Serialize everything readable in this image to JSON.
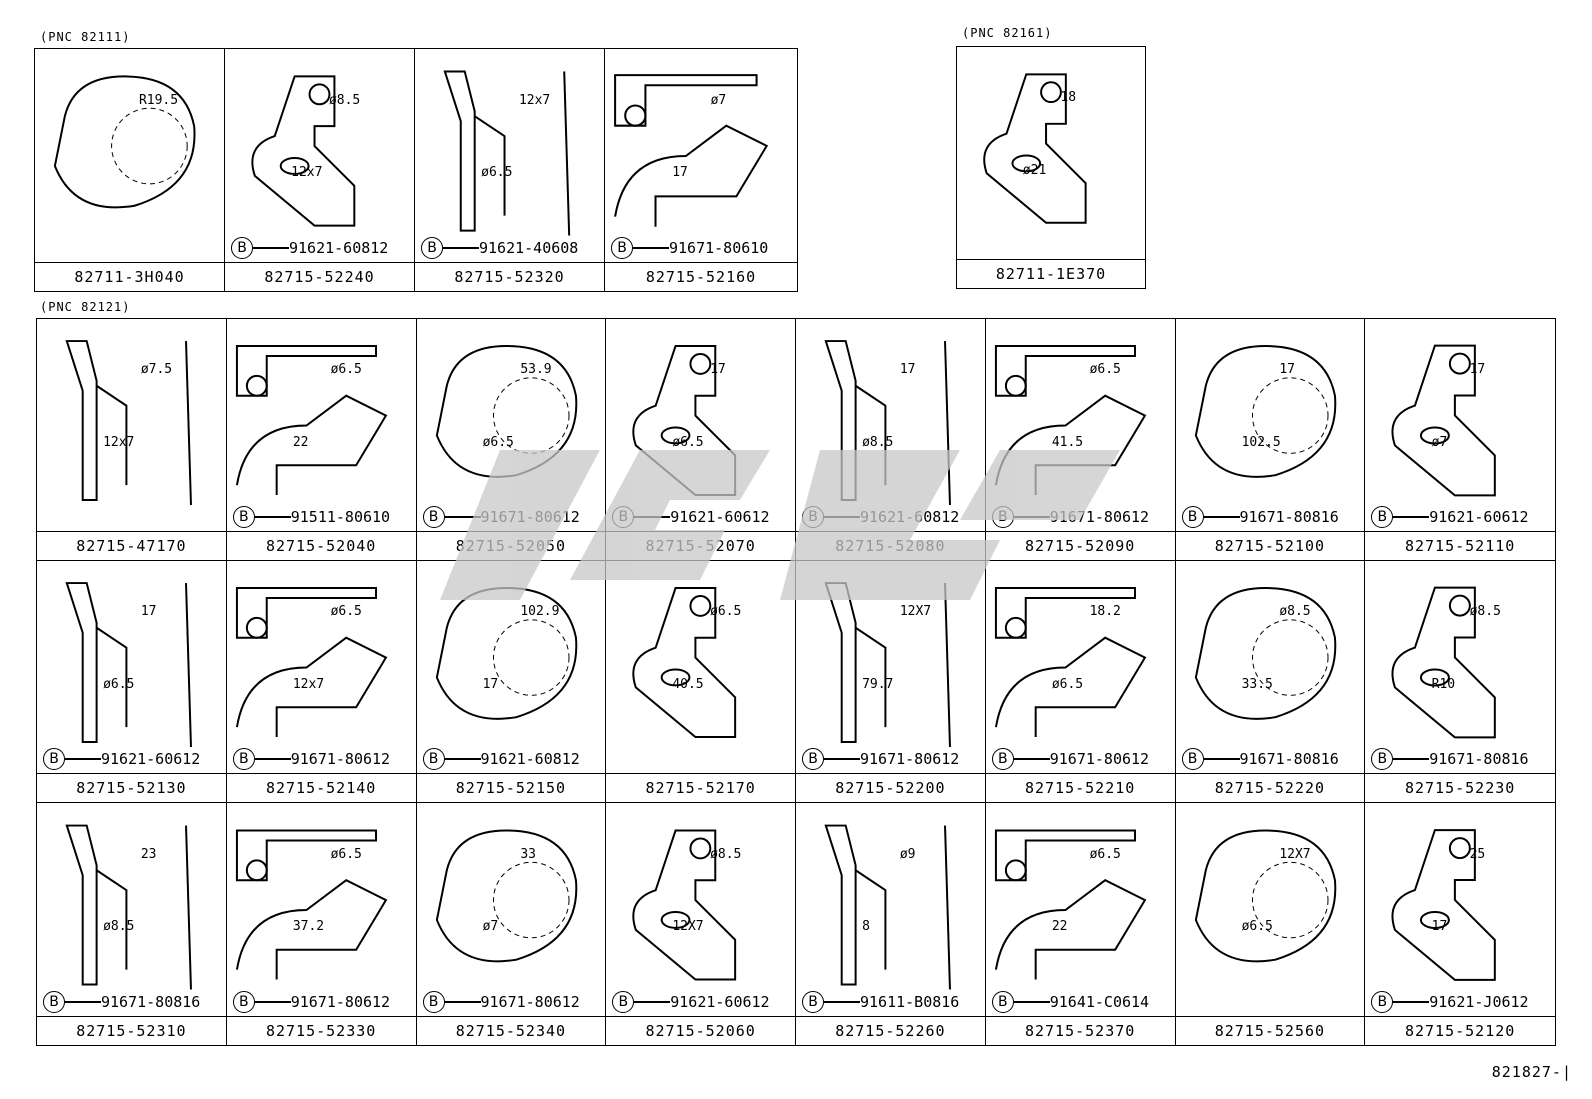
{
  "groups": [
    {
      "pnc": "(PNC 82111)",
      "cells": [
        {
          "dims": [
            "R19.5"
          ],
          "bolt": "",
          "part": "82711-3H040"
        },
        {
          "dims": [
            "ø8.5",
            "12x7"
          ],
          "bolt": "91621-60812",
          "part": "82715-52240"
        },
        {
          "dims": [
            "12x7",
            "ø6.5"
          ],
          "bolt": "91621-40608",
          "part": "82715-52320"
        },
        {
          "dims": [
            "ø7",
            "17"
          ],
          "bolt": "91671-80610",
          "part": "82715-52160"
        }
      ]
    },
    {
      "pnc": "(PNC 82161)",
      "cells": [
        {
          "dims": [
            "18",
            "ø21"
          ],
          "bolt": "",
          "part": "82711-1E370"
        }
      ]
    },
    {
      "pnc": "(PNC 82121)",
      "cells": [
        {
          "dims": [
            "ø7.5",
            "12x7"
          ],
          "bolt": "",
          "part": "82715-47170"
        },
        {
          "dims": [
            "ø6.5",
            "22"
          ],
          "bolt": "91511-80610",
          "part": "82715-52040"
        },
        {
          "dims": [
            "53.9",
            "ø6.5"
          ],
          "bolt": "91671-80612",
          "part": "82715-52050"
        },
        {
          "dims": [
            "17",
            "ø6.5"
          ],
          "bolt": "91621-60612",
          "part": "82715-52070"
        },
        {
          "dims": [
            "17",
            "ø8.5"
          ],
          "bolt": "91621-60812",
          "part": "82715-52080"
        },
        {
          "dims": [
            "ø6.5",
            "41.5"
          ],
          "bolt": "91671-80612",
          "part": "82715-52090"
        },
        {
          "dims": [
            "17",
            "102.5"
          ],
          "bolt": "91671-80816",
          "part": "82715-52100"
        },
        {
          "dims": [
            "17",
            "ø7"
          ],
          "bolt": "91621-60612",
          "part": "82715-52110"
        },
        {
          "dims": [
            "17",
            "ø6.5"
          ],
          "bolt": "91621-60612",
          "part": "82715-52130"
        },
        {
          "dims": [
            "ø6.5",
            "12x7"
          ],
          "bolt": "91671-80612",
          "part": "82715-52140"
        },
        {
          "dims": [
            "102.9",
            "17"
          ],
          "bolt": "91621-60812",
          "part": "82715-52150"
        },
        {
          "dims": [
            "ø6.5",
            "40.5"
          ],
          "bolt": "",
          "part": "82715-52170"
        },
        {
          "dims": [
            "12X7",
            "79.7"
          ],
          "bolt": "91671-80612",
          "part": "82715-52200"
        },
        {
          "dims": [
            "18.2",
            "ø6.5"
          ],
          "bolt": "91671-80612",
          "part": "82715-52210"
        },
        {
          "dims": [
            "ø8.5",
            "33.5"
          ],
          "bolt": "91671-80816",
          "part": "82715-52220"
        },
        {
          "dims": [
            "ø8.5",
            "R10"
          ],
          "bolt": "91671-80816",
          "part": "82715-52230"
        },
        {
          "dims": [
            "23",
            "ø8.5"
          ],
          "bolt": "91671-80816",
          "part": "82715-52310"
        },
        {
          "dims": [
            "ø6.5",
            "37.2"
          ],
          "bolt": "91671-80612",
          "part": "82715-52330"
        },
        {
          "dims": [
            "33",
            "ø7"
          ],
          "bolt": "91671-80612",
          "part": "82715-52340"
        },
        {
          "dims": [
            "ø8.5",
            "12X7"
          ],
          "bolt": "91621-60612",
          "part": "82715-52060"
        },
        {
          "dims": [
            "ø9",
            "8"
          ],
          "bolt": "91611-B0816",
          "part": "82715-52260"
        },
        {
          "dims": [
            "ø6.5",
            "22"
          ],
          "bolt": "91641-C0614",
          "part": "82715-52370"
        },
        {
          "dims": [
            "12X7",
            "ø6.5"
          ],
          "bolt": "",
          "part": "82715-52560"
        },
        {
          "dims": [
            "25",
            "17"
          ],
          "bolt": "91621-J0612",
          "part": "82715-52120"
        }
      ]
    }
  ],
  "bolt_symbol": "B",
  "footer_code": "821827-|",
  "colors": {
    "ink": "#000000",
    "watermark": "#c8c8c8"
  }
}
